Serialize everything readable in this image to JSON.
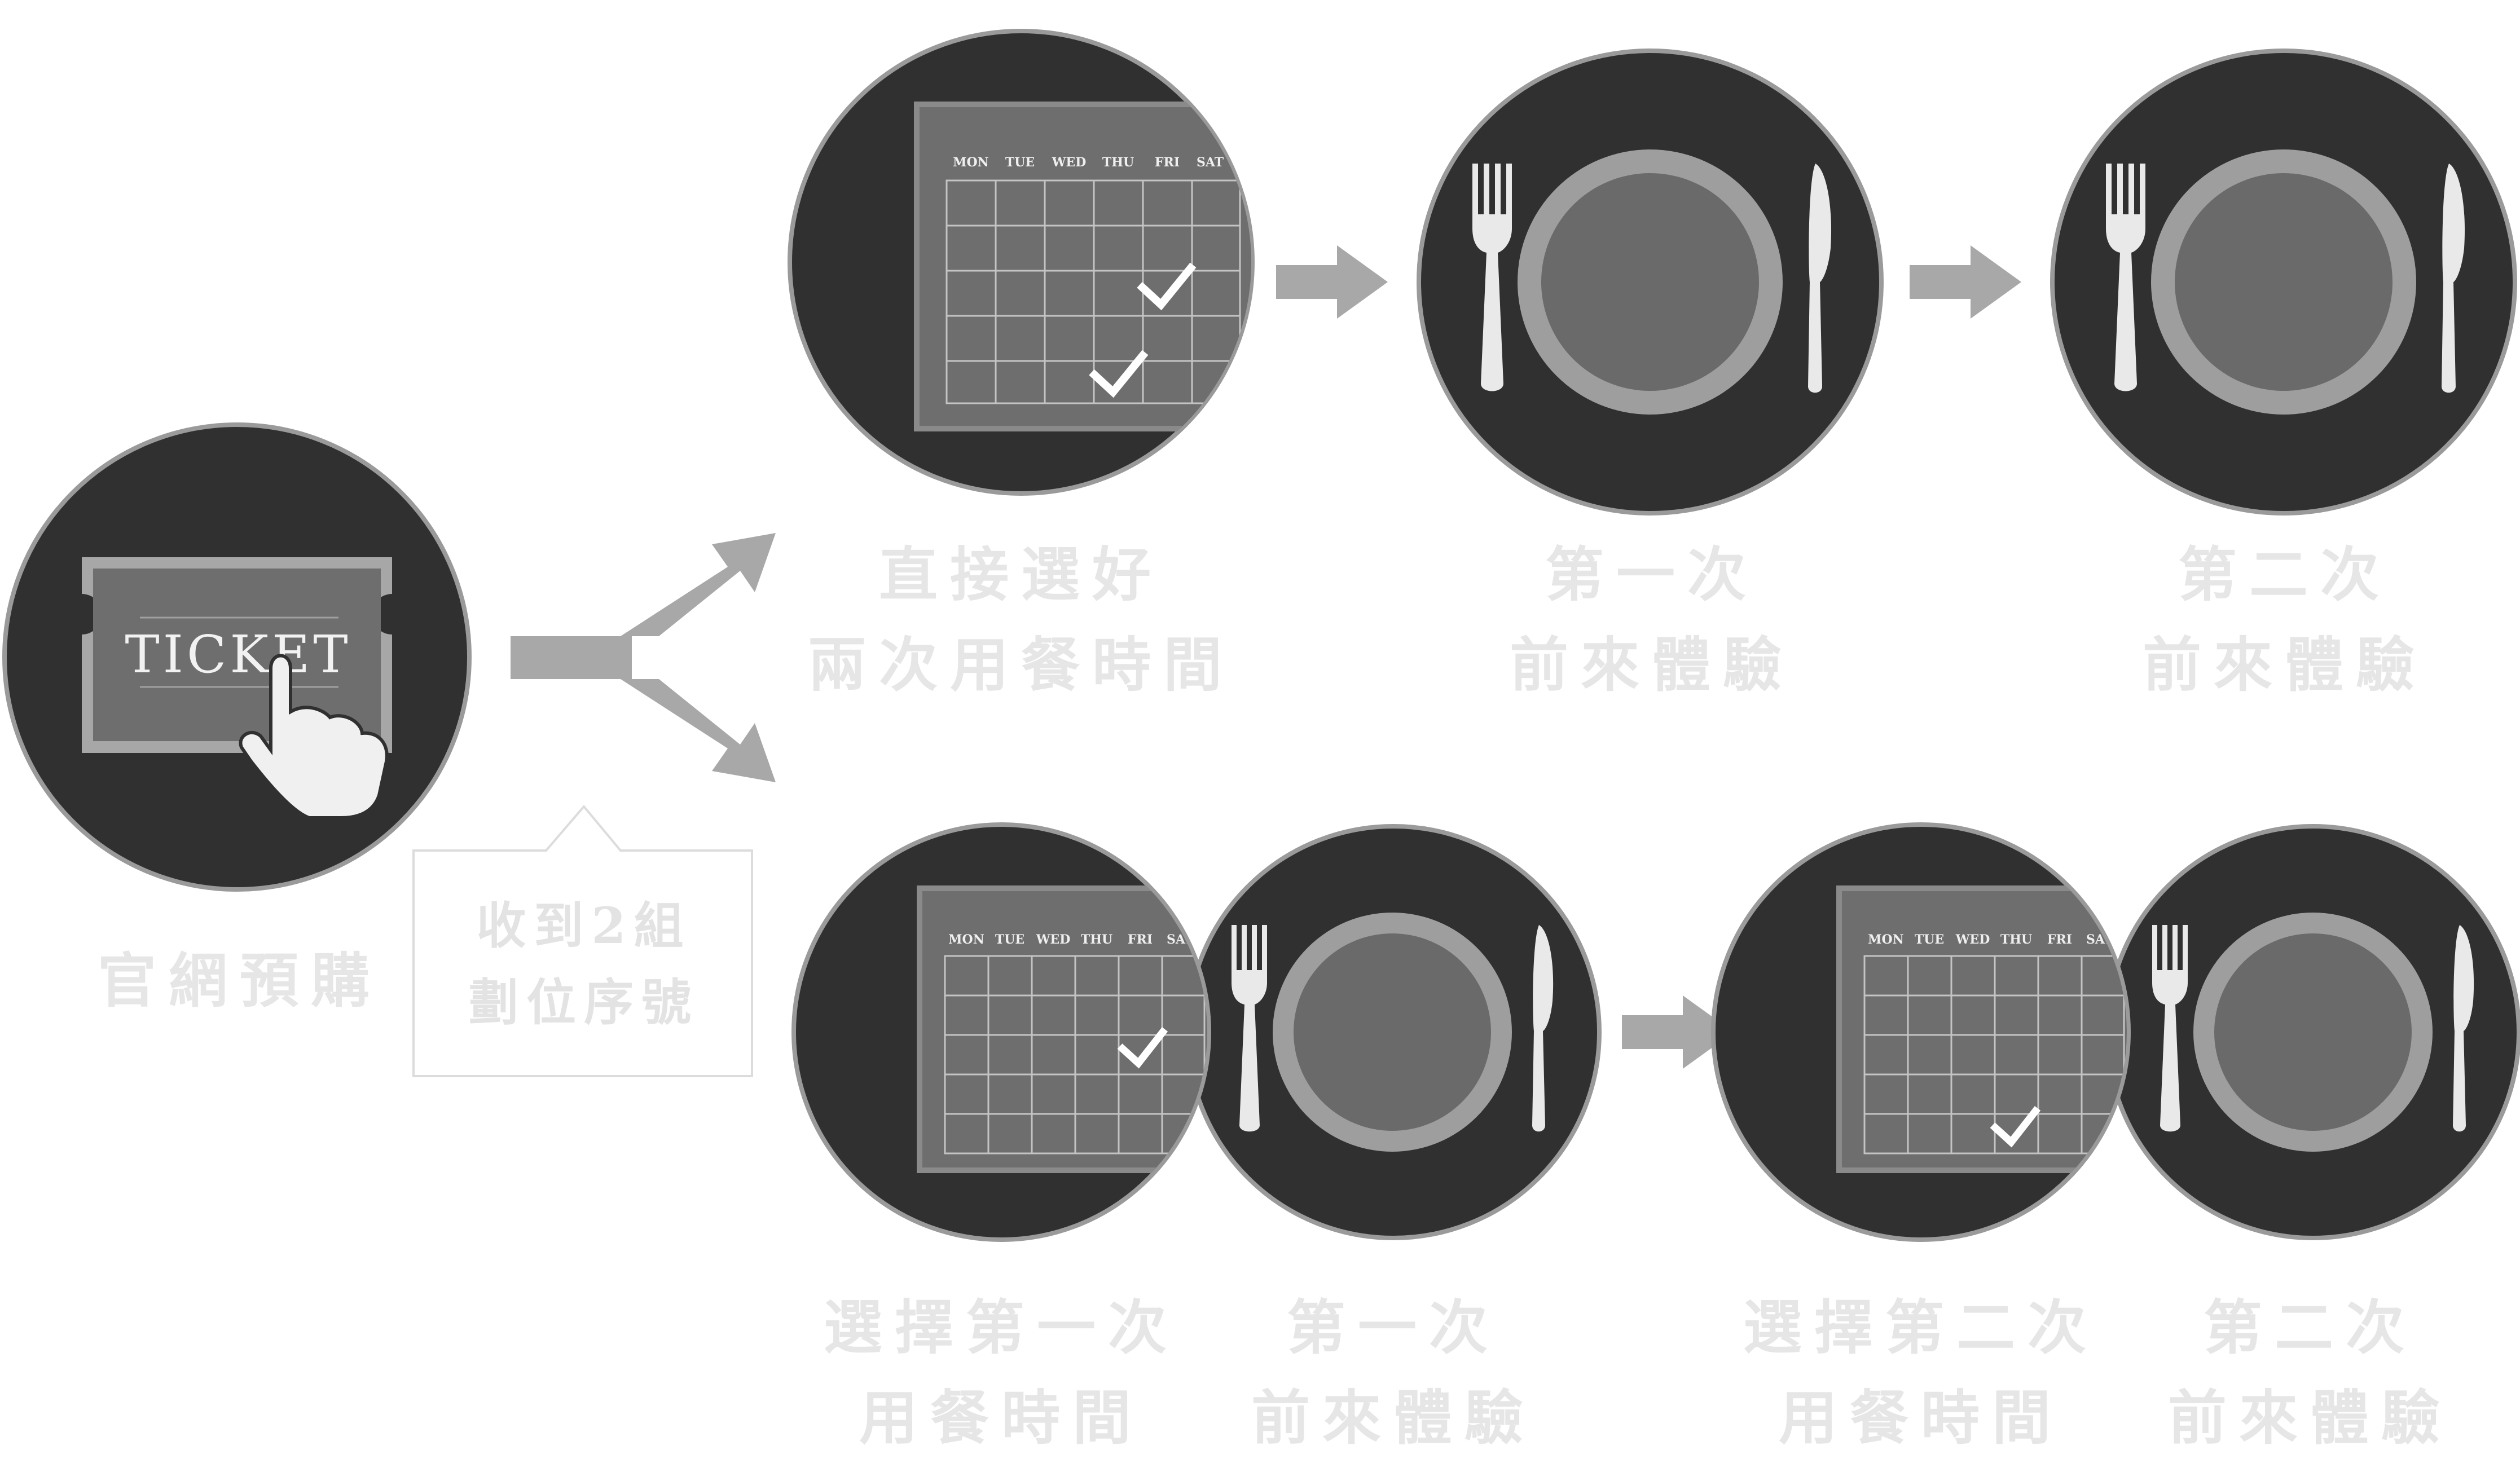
{
  "start": {
    "ticket_label": "TICKET",
    "caption": "官網預購"
  },
  "note": {
    "line1": "收到2組",
    "line2": "劃位序號"
  },
  "weekdays": [
    "MON",
    "TUE",
    "WED",
    "THU",
    "FRI",
    "SAT"
  ],
  "top_row": {
    "steps": [
      {
        "line1": "直接選好",
        "line2": "兩次用餐時間"
      },
      {
        "line1": "第一次",
        "line2": "前來體驗"
      },
      {
        "line1": "第二次",
        "line2": "前來體驗"
      }
    ]
  },
  "bottom_row": {
    "steps": [
      {
        "line1": "選擇第一次",
        "line2": "用餐時間"
      },
      {
        "line1": "第一次",
        "line2": "前來體驗"
      },
      {
        "line1": "選擇第二次",
        "line2": "用餐時間"
      },
      {
        "line1": "第二次",
        "line2": "前來體驗"
      }
    ]
  },
  "colors": {
    "circle": "#303030",
    "circle_rim": "#9a9a9a",
    "panel": "#6e6e6e",
    "plate_rim": "#9e9e9e",
    "plate": "#6a6a6a",
    "arrow": "#a8a8a8",
    "caption": "#e6e6e6"
  }
}
